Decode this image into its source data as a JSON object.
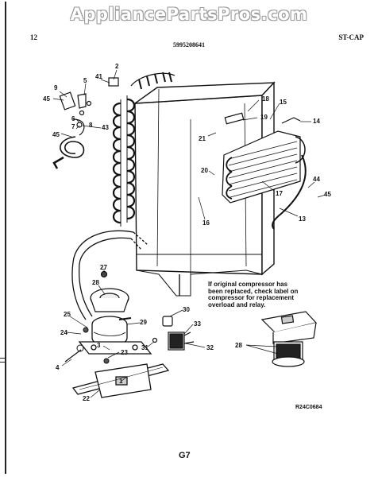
{
  "watermark": "AppliancePartsPros.com",
  "header": {
    "page_number": "12",
    "model_number": "5995208641",
    "section": "ST-CAP"
  },
  "note": "If original compressor has been replaced, check label on compressor for replacement overload and relay.",
  "diagram_code": "R24C0684",
  "page_code": "G7",
  "callouts": [
    "2",
    "9",
    "5",
    "41",
    "45",
    "6",
    "7",
    "8",
    "43",
    "45",
    "18",
    "15",
    "19",
    "14",
    "21",
    "20",
    "44",
    "45",
    "17",
    "16",
    "13",
    "27",
    "28",
    "30",
    "25",
    "29",
    "24",
    "23",
    "3",
    "4",
    "31",
    "33",
    "32",
    "28",
    "22",
    "1"
  ]
}
